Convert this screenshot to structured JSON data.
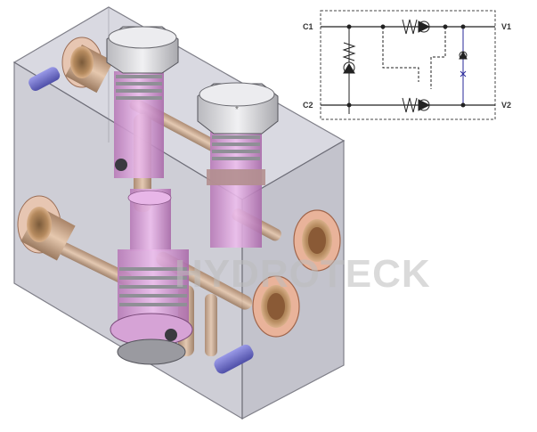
{
  "watermark": {
    "text": "HYDROTECK"
  },
  "schematic": {
    "ports": [
      "C1",
      "C2",
      "V1",
      "V2"
    ]
  },
  "colors": {
    "block_fill": "#c9c9d3",
    "block_edge": "#6a6a75",
    "cartridge_pink": "#d69ad6",
    "brass": "#c8a486",
    "copper_ring": "#e6b59c",
    "plug_blue": "#7a7ad0",
    "cap_gray": "#d8d8dc"
  }
}
